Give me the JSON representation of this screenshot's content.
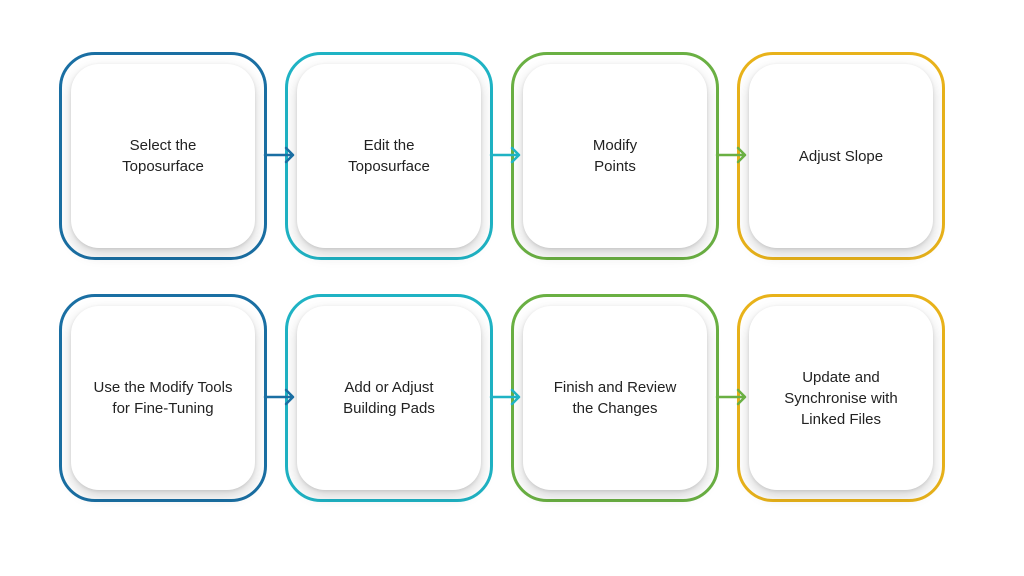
{
  "colors": {
    "blue": "#1a6fa3",
    "teal": "#1fb3c4",
    "green": "#6ab043",
    "yellow": "#e8b21a"
  },
  "steps": [
    {
      "label": "Select the\nToposurface",
      "color": "#1a6fa3"
    },
    {
      "label": "Edit the\nToposurface",
      "color": "#1fb3c4"
    },
    {
      "label": "Modify\nPoints",
      "color": "#6ab043"
    },
    {
      "label": "Adjust Slope",
      "color": "#e8b21a"
    },
    {
      "label": "Use the Modify Tools\nfor Fine-Tuning",
      "color": "#1a6fa3"
    },
    {
      "label": "Add or Adjust\nBuilding Pads",
      "color": "#1fb3c4"
    },
    {
      "label": "Finish and Review\nthe Changes",
      "color": "#6ab043"
    },
    {
      "label": "Update and\nSynchronise with\nLinked Files",
      "color": "#e8b21a"
    }
  ],
  "connectors": [
    {
      "icon": "arrow-right-icon",
      "color": "#1a6fa3"
    },
    {
      "icon": "arrow-right-icon",
      "color": "#1fb3c4"
    },
    {
      "icon": "arrow-right-icon",
      "color": "#6ab043"
    },
    {
      "icon": "arrow-right-icon",
      "color": "#1a6fa3"
    },
    {
      "icon": "arrow-right-icon",
      "color": "#1fb3c4"
    },
    {
      "icon": "arrow-right-icon",
      "color": "#6ab043"
    }
  ]
}
